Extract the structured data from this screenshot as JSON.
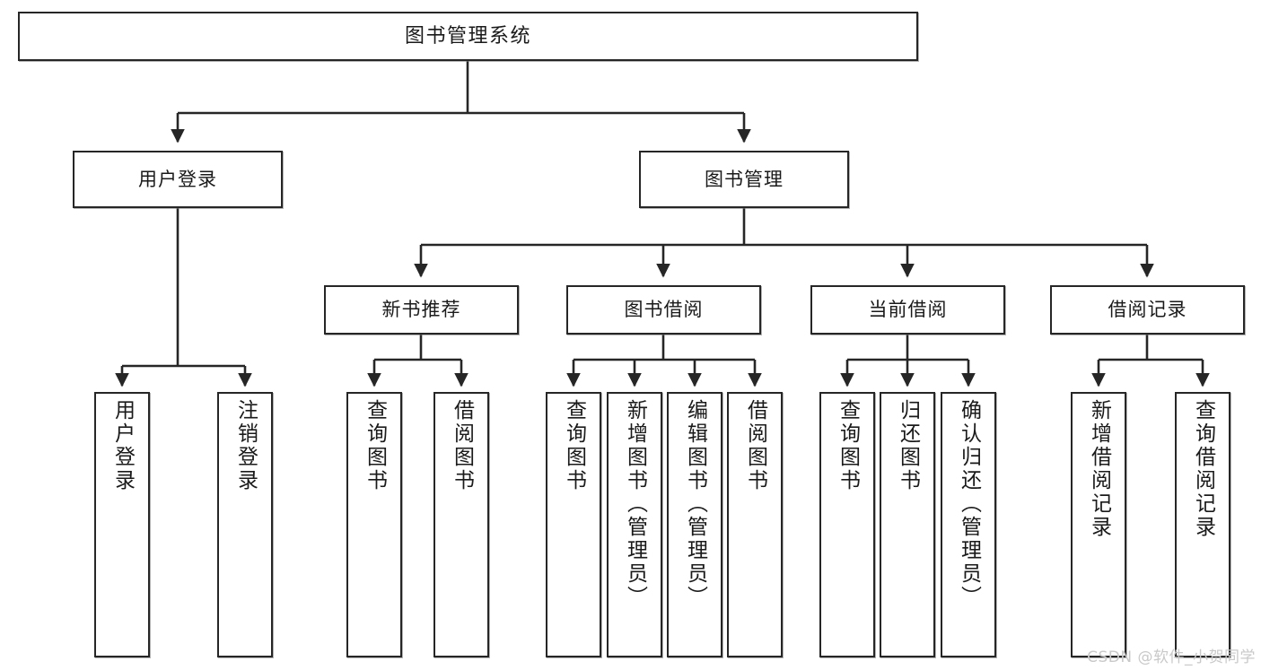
{
  "diagram": {
    "type": "tree-hierarchy-chart",
    "title": "图书管理系统",
    "orientation": "top-down",
    "colors": {
      "box_border": "#262626",
      "box_fill": "#ffffff",
      "line": "#262626",
      "text": "#1a1a1a",
      "watermark": "#c9c9c9",
      "background": "#ffffff"
    },
    "watermark": "CSDN @软件_小贺同学"
  },
  "nodes": {
    "root": {
      "label": "图书管理系统"
    },
    "level1": [
      {
        "id": "user-login",
        "label": "用户登录"
      },
      {
        "id": "book-manage",
        "label": "图书管理"
      }
    ],
    "level2": [
      {
        "id": "new-book-recommend",
        "label": "新书推荐",
        "parent": "book-manage"
      },
      {
        "id": "book-borrow",
        "label": "图书借阅",
        "parent": "book-manage"
      },
      {
        "id": "current-borrow",
        "label": "当前借阅",
        "parent": "book-manage"
      },
      {
        "id": "borrow-record",
        "label": "借阅记录",
        "parent": "book-manage"
      }
    ],
    "leaves": [
      {
        "id": "leaf-user-login",
        "label": "用户登录",
        "parent": "user-login"
      },
      {
        "id": "leaf-logout",
        "label": "注销登录",
        "parent": "user-login"
      },
      {
        "id": "leaf-query-book-1",
        "label": "查询图书",
        "parent": "new-book-recommend"
      },
      {
        "id": "leaf-borrow-book-1",
        "label": "借阅图书",
        "parent": "new-book-recommend"
      },
      {
        "id": "leaf-query-book-2",
        "label": "查询图书",
        "parent": "book-borrow"
      },
      {
        "id": "leaf-add-book",
        "label": "新增图书（管理员）",
        "parent": "book-borrow"
      },
      {
        "id": "leaf-edit-book",
        "label": "编辑图书（管理员）",
        "parent": "book-borrow"
      },
      {
        "id": "leaf-borrow-book-2",
        "label": "借阅图书",
        "parent": "book-borrow"
      },
      {
        "id": "leaf-query-book-3",
        "label": "查询图书",
        "parent": "current-borrow"
      },
      {
        "id": "leaf-return-book",
        "label": "归还图书",
        "parent": "current-borrow"
      },
      {
        "id": "leaf-confirm-return",
        "label": "确认归还（管理员）",
        "parent": "current-borrow"
      },
      {
        "id": "leaf-add-record",
        "label": "新增借阅记录",
        "parent": "borrow-record"
      },
      {
        "id": "leaf-query-record",
        "label": "查询借阅记录",
        "parent": "borrow-record"
      }
    ]
  }
}
